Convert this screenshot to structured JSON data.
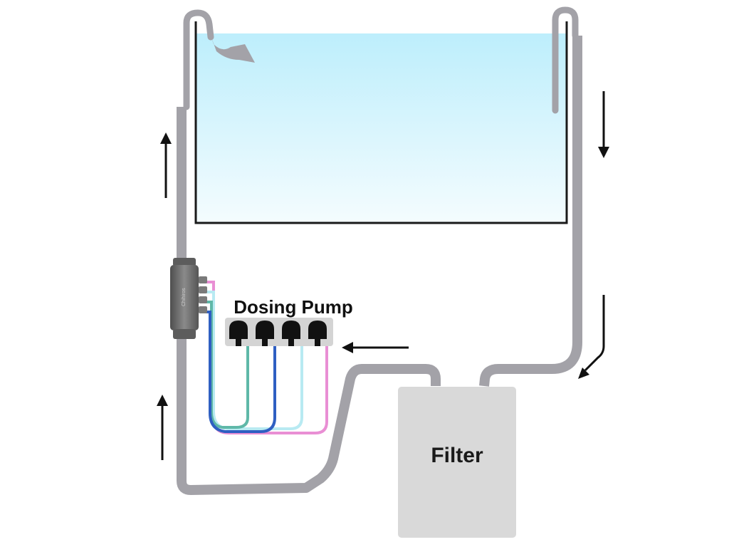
{
  "labels": {
    "dosing_pump": "Dosing Pump",
    "filter": "Filter",
    "manifold_brand": "Chihiros"
  },
  "colors": {
    "pipe": "#a3a2a8",
    "tank_outline": "#1a1a1a",
    "water_top": "#bdeefc",
    "water_bottom": "#f4fcfe",
    "filter_box": "#d9d9d9",
    "pump_head": "#111111",
    "pump_bar": "#d4d4d4",
    "manifold": "#6e6e6e",
    "arrow": "#111111",
    "tubes": [
      "#2f5fc2",
      "#5fb8a8",
      "#b8eaf2",
      "#e98fd4"
    ]
  },
  "diagram": {
    "pump_heads": 4,
    "flow_arrows": [
      "up",
      "up",
      "down",
      "down",
      "left"
    ]
  }
}
